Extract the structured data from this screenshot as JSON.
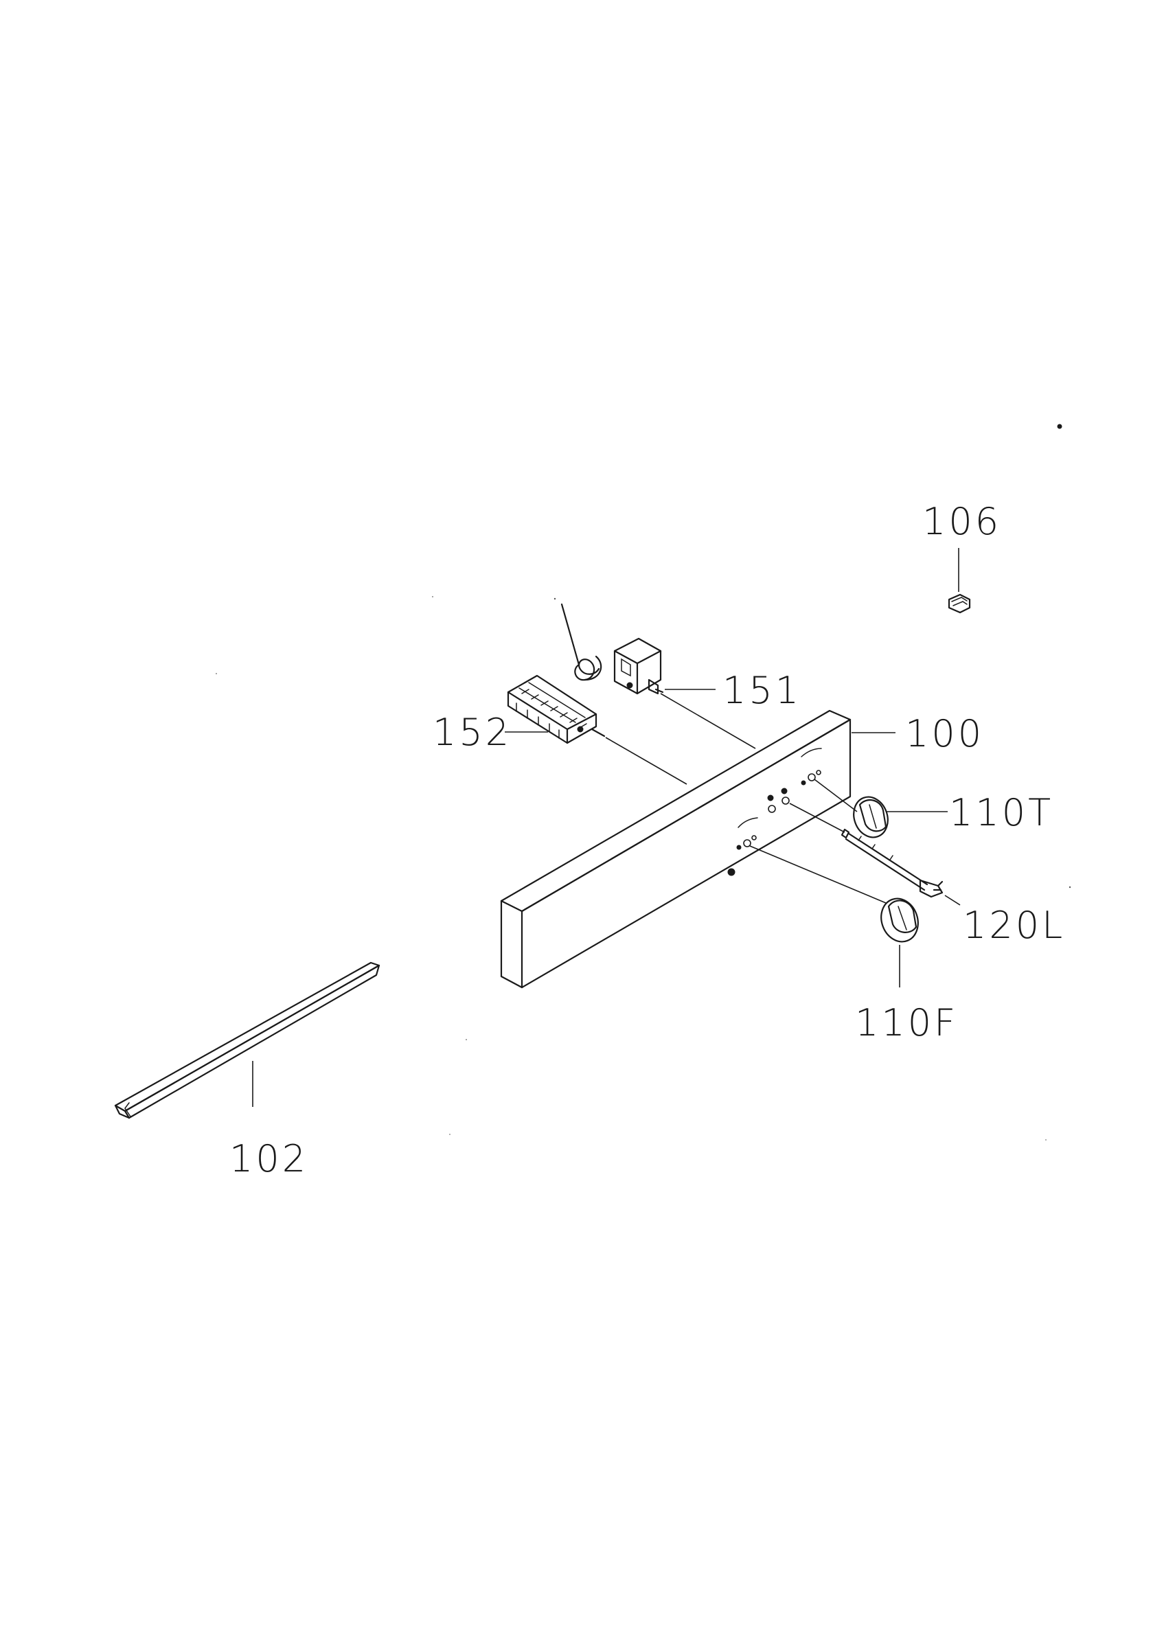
{
  "callouts": {
    "p106": "106",
    "p151": "151",
    "p152": "152",
    "p100": "100",
    "p110T": "110T",
    "p120L": "120L",
    "p110F": "110F",
    "p102": "102"
  }
}
